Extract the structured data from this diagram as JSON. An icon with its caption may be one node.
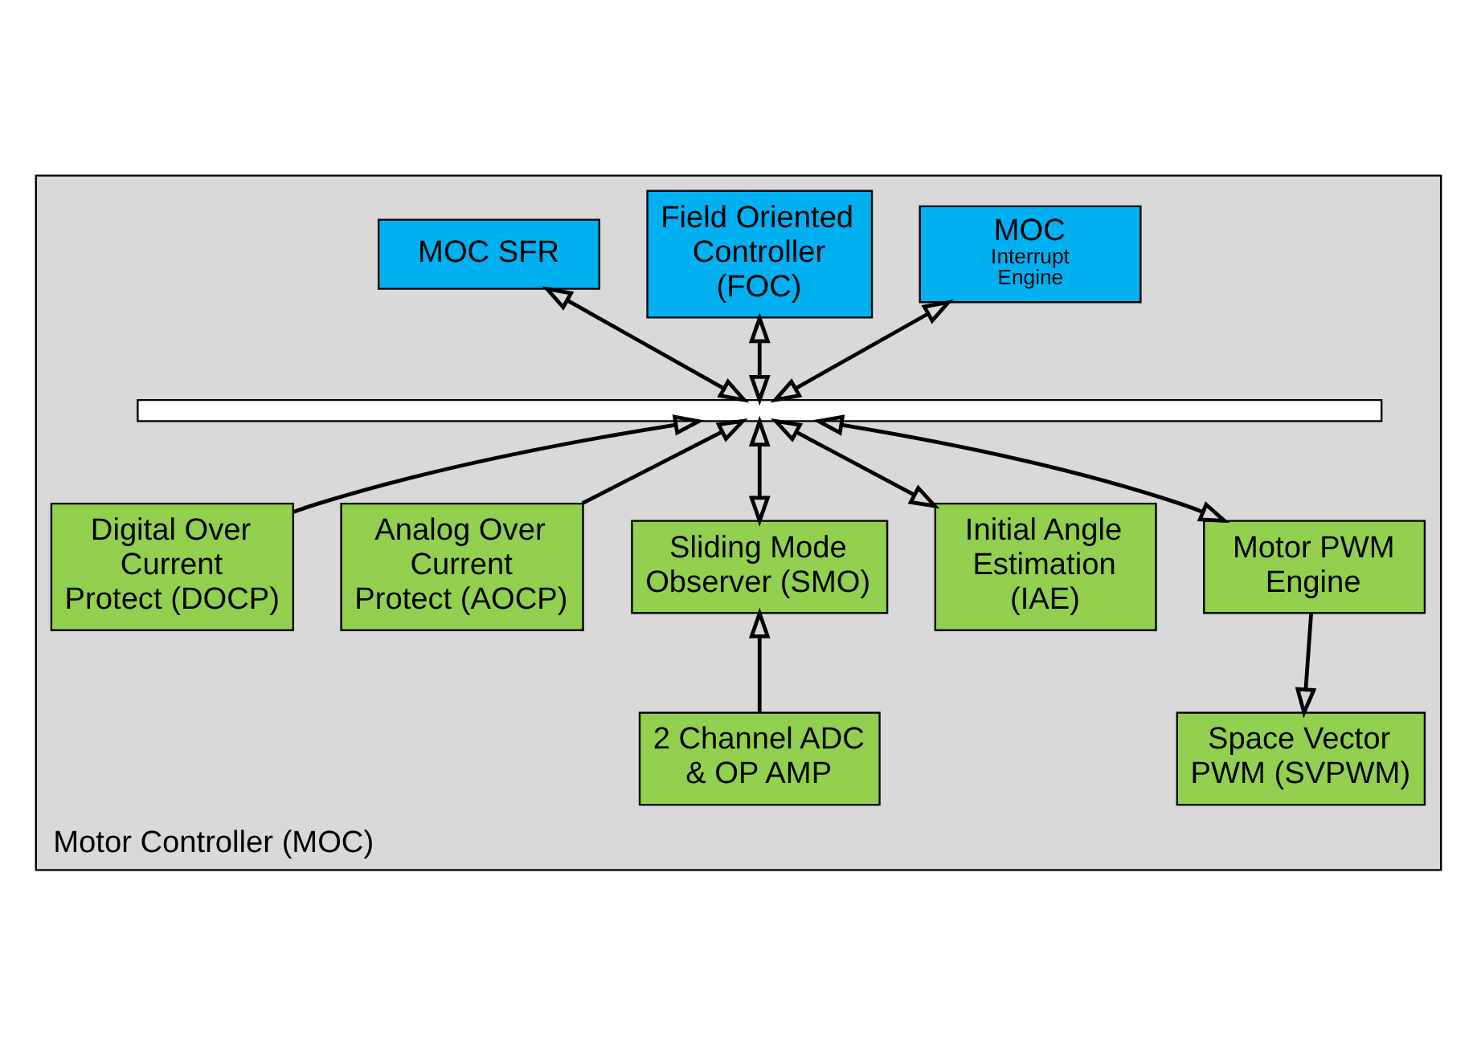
{
  "diagram": {
    "nodes": [
      {
        "text": [
          "Motor Controller (MOC)"
        ]
      },
      {
        "text": [
          "MOC",
          "Interrupt Engine"
        ],
        "in": 0
      },
      {
        "text": [
          "Field Oriented Controller (FOC)"
        ],
        "in": 0
      },
      {
        "text": [
          "MOC SFR"
        ],
        "in": 0
      },
      {
        "text": [],
        "shape": "bar",
        "in": 0
      },
      {
        "text": [
          "Digital Over Current Protect (DOCP)"
        ],
        "in": 0
      },
      {
        "text": [
          "Analog Over Current Protect (AOCP)"
        ],
        "in": 0
      },
      {
        "text": [
          "Sliding Mode Observer (SMO)"
        ],
        "in": 0
      },
      {
        "text": [
          "Initial Angle Estimation (IAE)"
        ],
        "in": 0
      },
      {
        "text": [
          "Motor PWM Engine"
        ],
        "in": 0
      },
      {
        "text": [
          "2 Channel ADC & OP AMP"
        ],
        "in": 0
      },
      {
        "text": [
          "Space Vector PWM (SVPWM)"
        ],
        "in": 0
      }
    ],
    "edges": [
      {
        "from": 1,
        "to": 4,
        "arrow": "both"
      },
      {
        "from": 2,
        "to": 4,
        "arrow": "both"
      },
      {
        "from": 3,
        "to": 4,
        "arrow": "both"
      },
      {
        "from": 5,
        "to": 4,
        "arrow": "to"
      },
      {
        "from": 6,
        "to": 4,
        "arrow": "to"
      },
      {
        "from": 7,
        "to": 4,
        "arrow": "both"
      },
      {
        "from": 8,
        "to": 4,
        "arrow": "both"
      },
      {
        "from": 9,
        "to": 4,
        "arrow": "both"
      },
      {
        "from": 10,
        "to": 7,
        "arrow": "to"
      },
      {
        "from": 9,
        "to": 11,
        "arrow": "to"
      }
    ]
  }
}
